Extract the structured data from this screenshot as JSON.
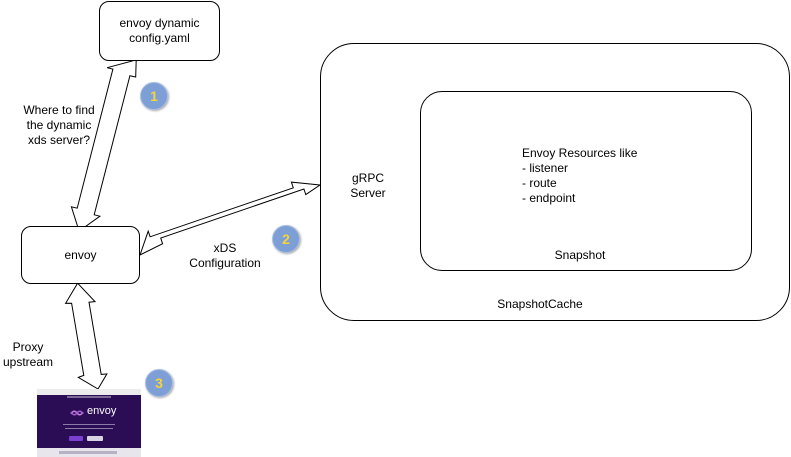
{
  "boxes": {
    "config_yaml": "envoy dynamic\nconfig.yaml",
    "envoy": "envoy",
    "grpc_server": "gRPC\nServer",
    "snapshot_cache": "SnapshotCache",
    "snapshot": "Snapshot",
    "resources": "Envoy Resources like\n- listener\n- route\n- endpoint"
  },
  "edges": {
    "find_xds": "Where to find\nthe dynamic\nxds server?",
    "xds_config": "xDS\nConfiguration",
    "proxy_upstream": "Proxy\nupstream"
  },
  "badges": [
    "1",
    "2",
    "3"
  ],
  "thumbnail": {
    "wordmark": "envoy"
  },
  "colors": {
    "badge_fill": "#7d9fd6",
    "badge_text": "#f5d33a",
    "thumbnail_bg": "#2b0d55"
  }
}
